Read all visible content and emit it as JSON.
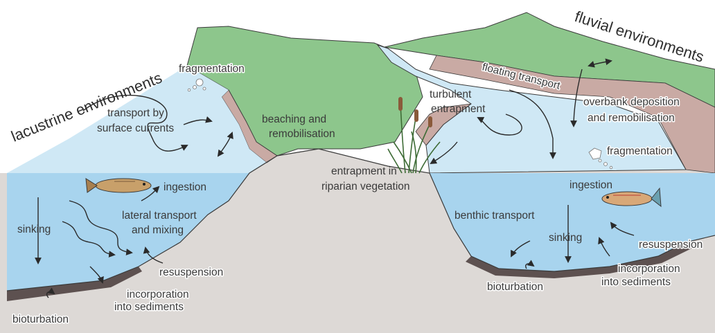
{
  "titles": {
    "left": "lacustrine environments",
    "right": "fluvial environments"
  },
  "labels": {
    "fragmentation_left": "fragmentation",
    "transport_surface_1": "transport by",
    "transport_surface_2": "surface currents",
    "beaching_1": "beaching and",
    "beaching_2": "remobilisation",
    "ingestion_left": "ingestion",
    "sinking_left": "sinking",
    "lateral_1": "lateral transport",
    "lateral_2": "and mixing",
    "resuspension_left": "resuspension",
    "incorporation_left_1": "incorporation",
    "incorporation_left_2": "into sediments",
    "bioturbation_left": "bioturbation",
    "floating_transport": "floating transport",
    "turbulent_1": "turbulent",
    "turbulent_2": "entrapment",
    "entrapment_1": "entrapment in",
    "entrapment_2": "riparian vegetation",
    "overbank_1": "overbank deposition",
    "overbank_2": "and remobilisation",
    "fragmentation_right": "fragmentation",
    "ingestion_right": "ingestion",
    "benthic_transport": "benthic transport",
    "sinking_right": "sinking",
    "resuspension_right": "resuspension",
    "incorporation_right_1": "incorporation",
    "incorporation_right_2": "into sediments",
    "bioturbation_right": "bioturbation"
  },
  "colors": {
    "land_green": "#8dc68c",
    "sediment_gray": "#ddd9d6",
    "bank_pink": "#c9aaa4",
    "lake_surface_blue": "#cfe8f5",
    "lake_water_blue": "#a8d4ee",
    "sediment_dark": "#5d5150",
    "outline": "#3a3a3a"
  }
}
